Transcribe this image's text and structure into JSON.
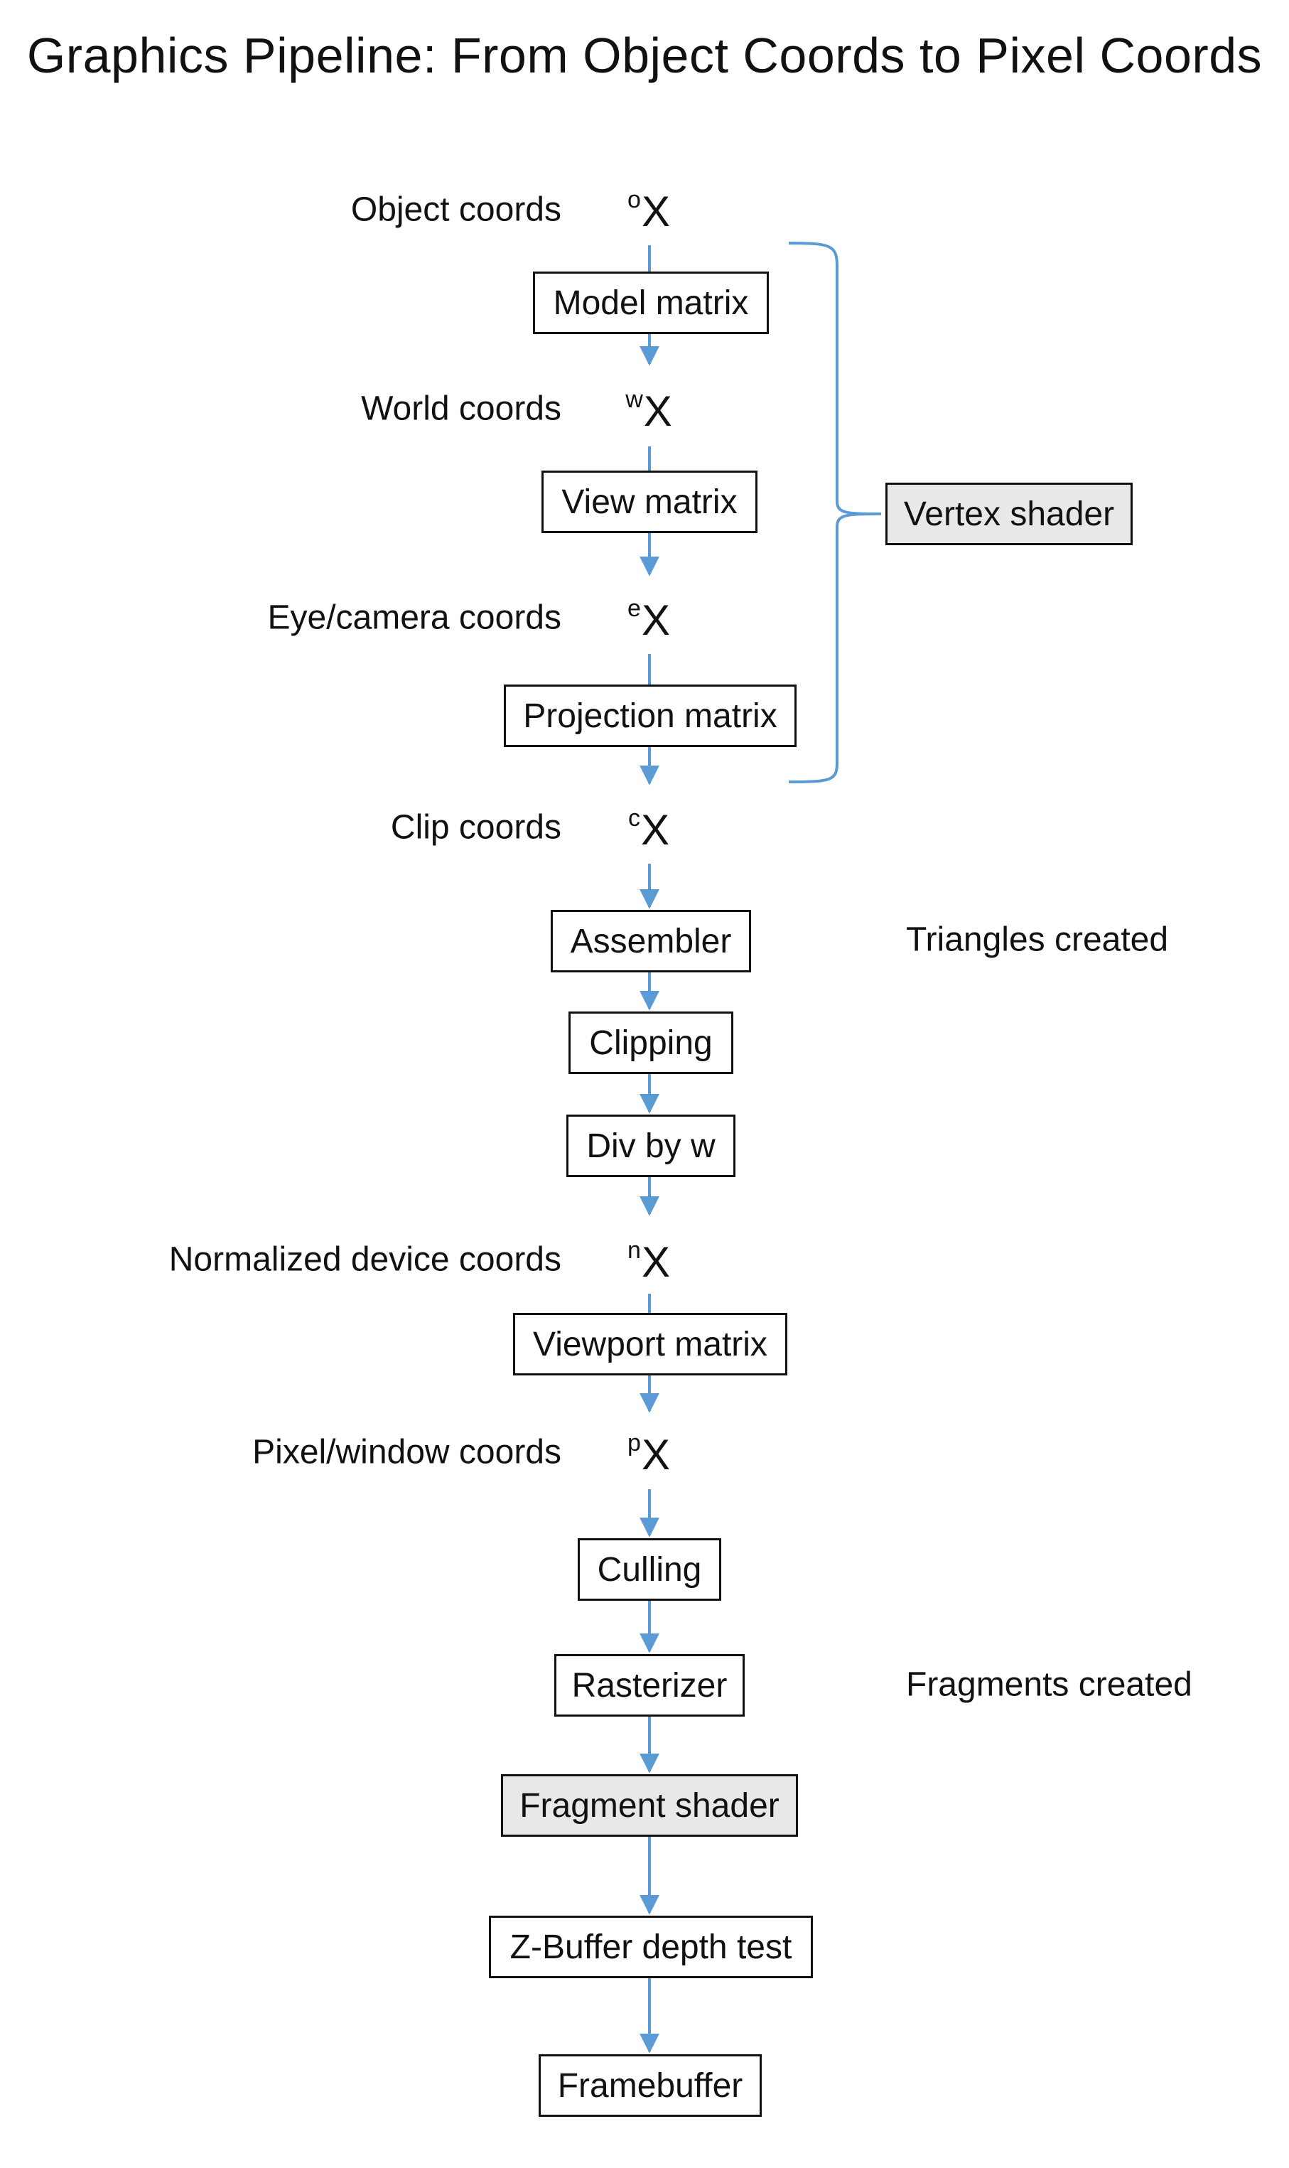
{
  "title": "Graphics Pipeline: From Object Coords to Pixel Coords",
  "colors": {
    "arrow": "#5b9bd5",
    "box_border": "#111111",
    "shader_fill": "#e8e8e8"
  },
  "coords": [
    {
      "label": "Object coords",
      "sup": "o",
      "var": "X"
    },
    {
      "label": "World coords",
      "sup": "w",
      "var": "X"
    },
    {
      "label": "Eye/camera coords",
      "sup": "e",
      "var": "X"
    },
    {
      "label": "Clip coords",
      "sup": "c",
      "var": "X"
    },
    {
      "label": "Normalized device coords",
      "sup": "n",
      "var": "X"
    },
    {
      "label": "Pixel/window coords",
      "sup": "p",
      "var": "X"
    }
  ],
  "stages": [
    {
      "label": "Model matrix"
    },
    {
      "label": "View matrix"
    },
    {
      "label": "Projection matrix"
    },
    {
      "label": "Assembler"
    },
    {
      "label": "Clipping"
    },
    {
      "label": "Div by w"
    },
    {
      "label": "Viewport matrix"
    },
    {
      "label": "Culling"
    },
    {
      "label": "Rasterizer"
    },
    {
      "label": "Fragment shader",
      "highlighted": true
    },
    {
      "label": "Z-Buffer depth test"
    },
    {
      "label": "Framebuffer"
    }
  ],
  "vertex_shader": {
    "label": "Vertex shader",
    "spans": [
      "Model matrix",
      "View matrix",
      "Projection matrix"
    ]
  },
  "notes": [
    {
      "text": "Triangles created",
      "stage": "Assembler"
    },
    {
      "text": "Fragments created",
      "stage": "Rasterizer"
    }
  ]
}
